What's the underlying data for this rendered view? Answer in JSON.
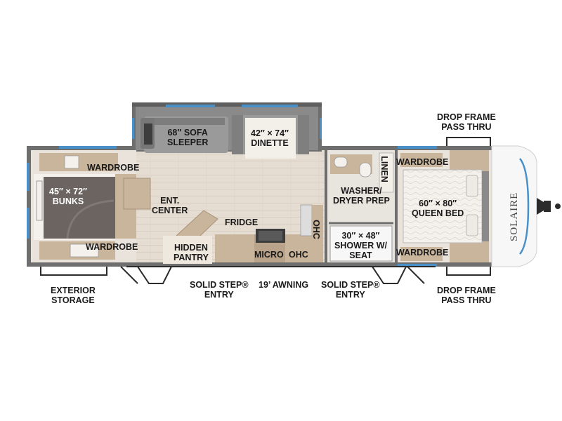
{
  "brand": {
    "logo_text": "SOLAIRE"
  },
  "rooms": {
    "sofa": [
      "68″ SOFA",
      "SLEEPER"
    ],
    "dinette": [
      "42″ × 74″",
      "DINETTE"
    ],
    "wardrobe_front_left": "WARDROBE",
    "bunks": [
      "45″ × 72″",
      "BUNKS"
    ],
    "ent_center": [
      "ENT.",
      "CENTER"
    ],
    "wardrobe_rear_left": "WARDROBE",
    "hidden_pantry": [
      "HIDDEN",
      "PANTRY"
    ],
    "fridge": "FRIDGE",
    "micro": "MICRO",
    "ohc_floor": "OHC",
    "ohc_vertical": "OHC",
    "linen": "LINEN",
    "washer": [
      "WASHER/",
      "DRYER PREP"
    ],
    "shower": [
      "30″ × 48″",
      "SHOWER W/",
      "SEAT"
    ],
    "wardrobe_front_right": "WARDROBE",
    "queen_bed": [
      "60″ × 80″",
      "QUEEN BED"
    ],
    "wardrobe_rear_right": "WARDROBE"
  },
  "callouts": {
    "drop_frame_top": [
      "DROP FRAME",
      "PASS THRU"
    ],
    "drop_frame_bottom": [
      "DROP FRAME",
      "PASS THRU"
    ],
    "exterior_storage": [
      "EXTERIOR",
      "STORAGE"
    ],
    "solid_step_left": [
      "SOLID STEP®",
      "ENTRY"
    ],
    "awning": "19’ AWNING",
    "solid_step_right": [
      "SOLID STEP®",
      "ENTRY"
    ]
  },
  "colors": {
    "wall": "#6e6e6e",
    "floor_wood": "#e6ddd2",
    "cabinet": "#c9b49c",
    "window": "#4a90c8",
    "fabric": "#8c8c8c",
    "bed_linen": "#f4f1ec",
    "bunk_fabric": "#6b6460",
    "cap_white": "#f7f7f7"
  }
}
